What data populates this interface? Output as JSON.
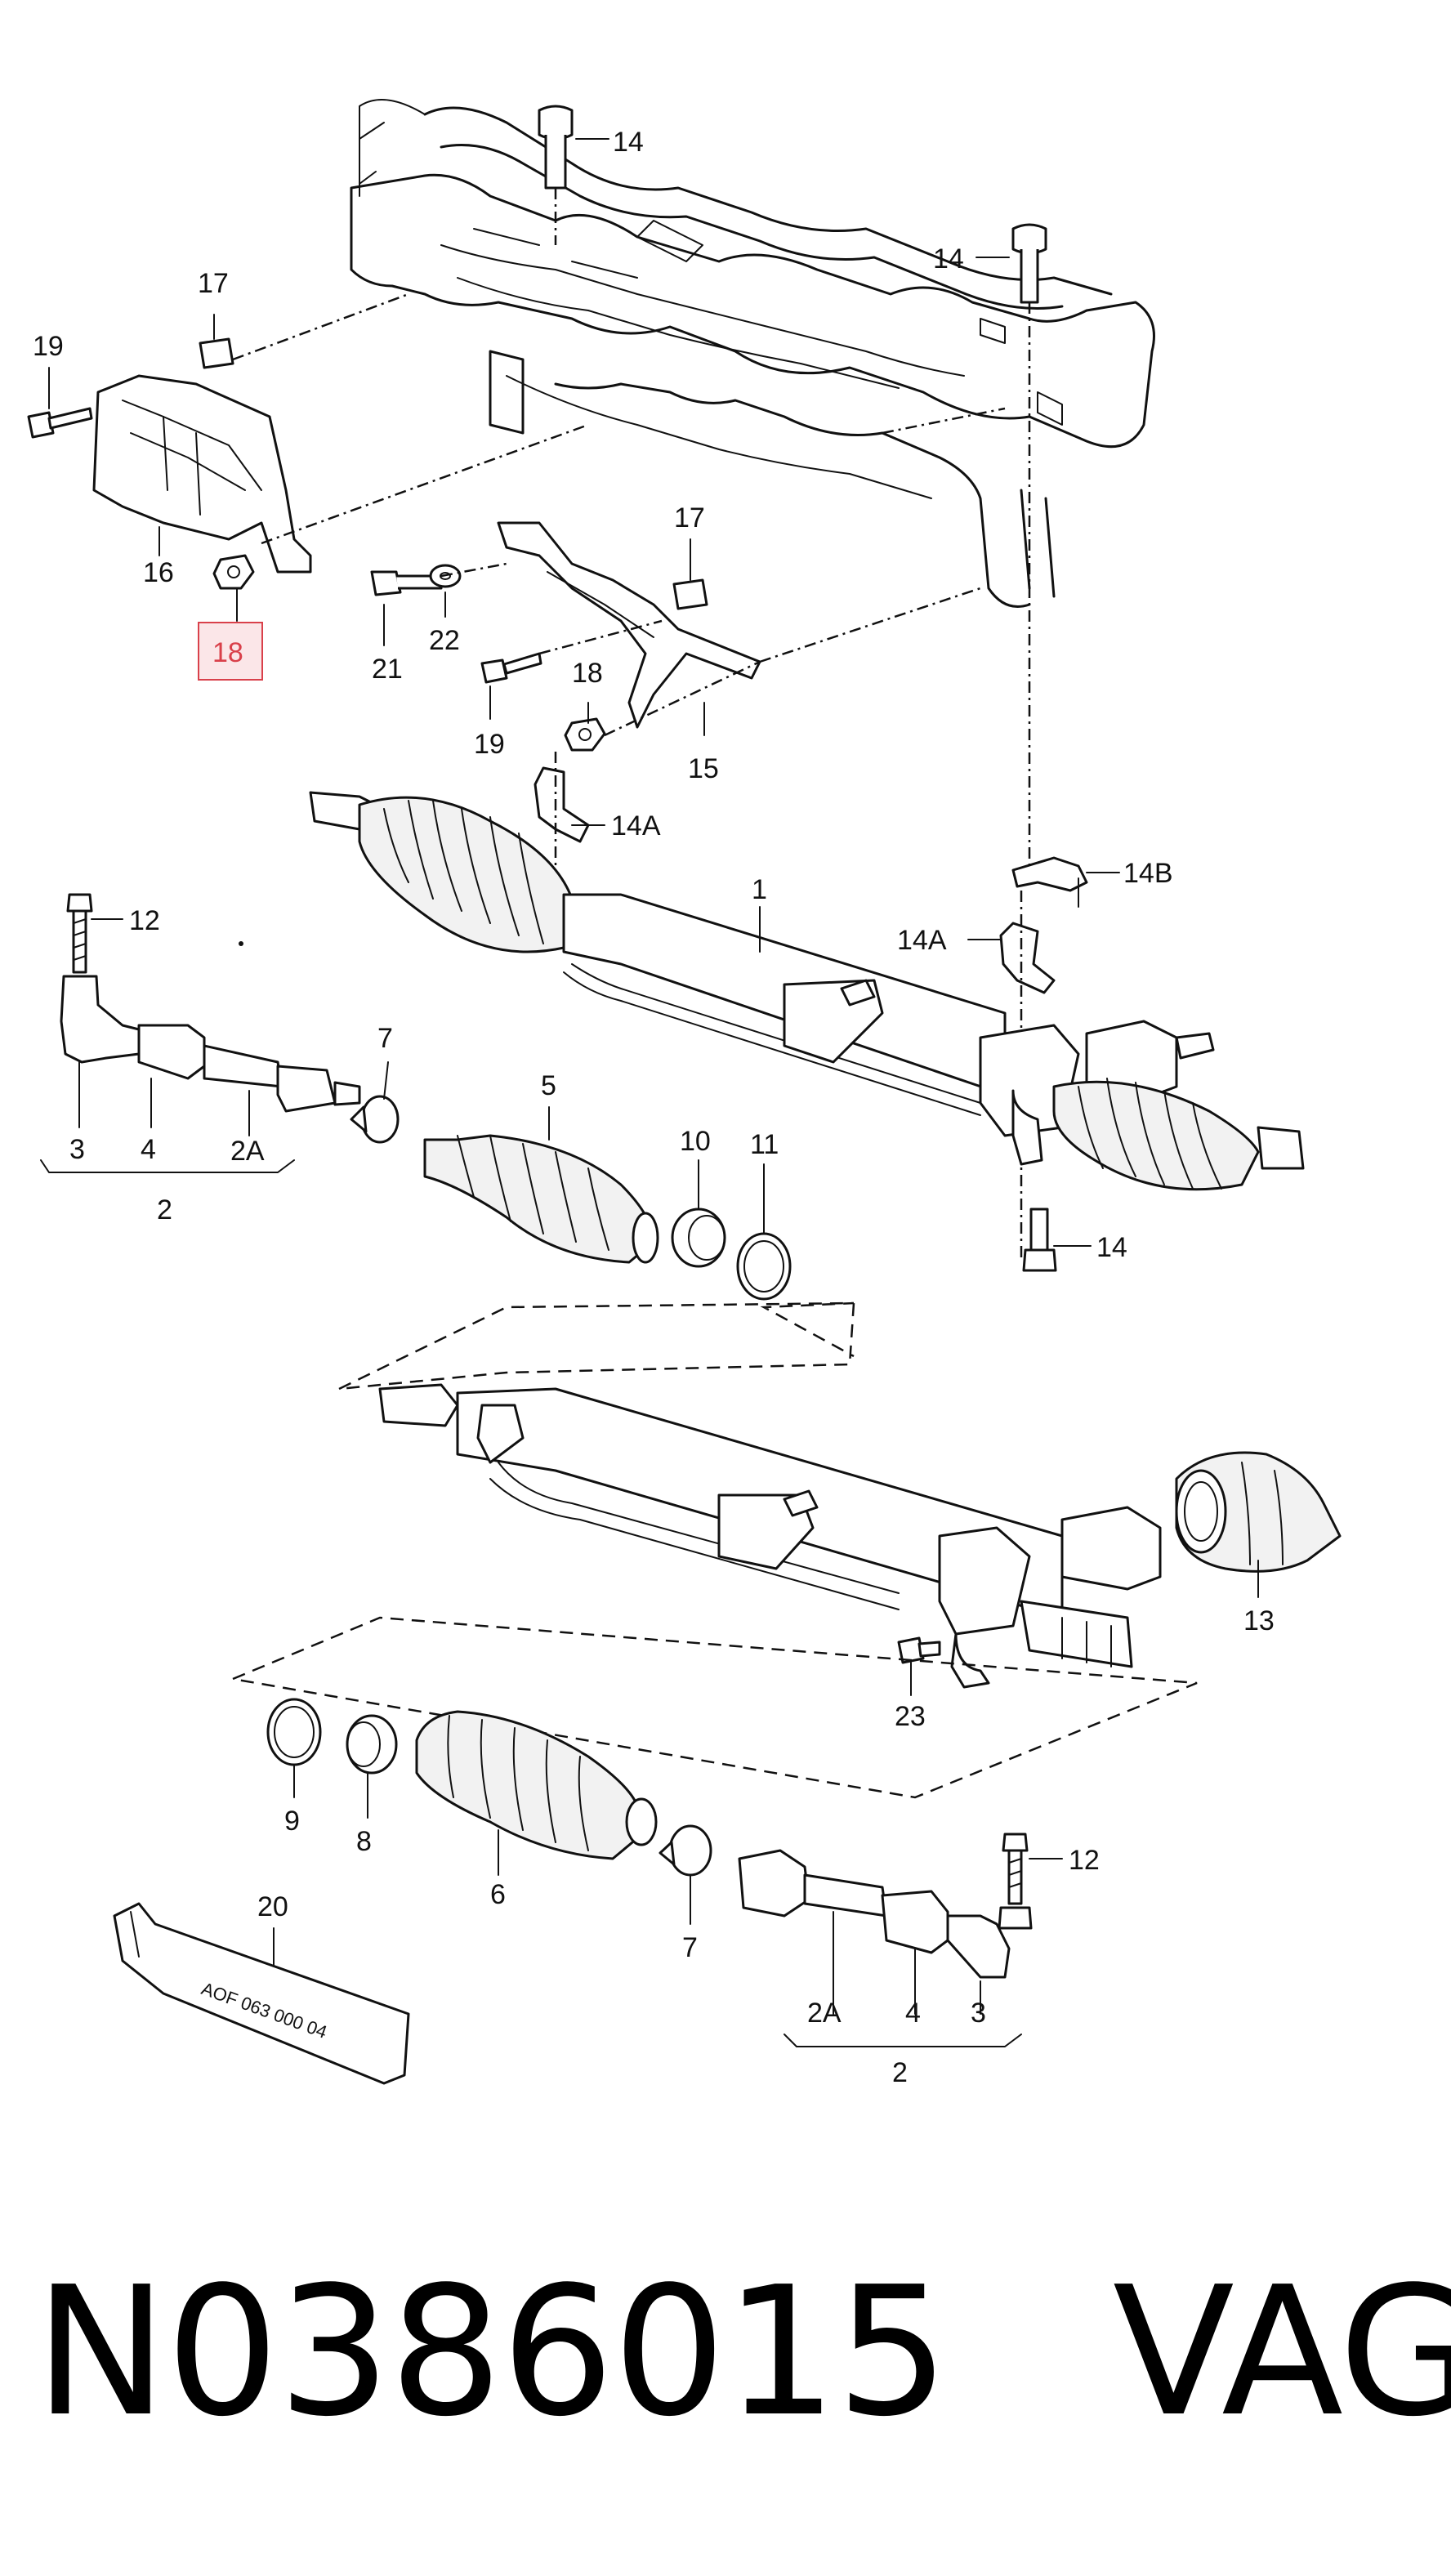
{
  "labels": {
    "l14a": "14",
    "l14b": "14",
    "l14c": "14",
    "l17a": "17",
    "l17b": "17",
    "l19a": "19",
    "l19b": "19",
    "l16": "16",
    "l18a": "18",
    "l18b": "18",
    "l21": "21",
    "l22": "22",
    "l15": "15",
    "l14A1": "14A",
    "l14A2": "14A",
    "l14B": "14B",
    "l1": "1",
    "l12a": "12",
    "l12b": "12",
    "l3a": "3",
    "l4a": "4",
    "l2Aa": "2A",
    "l2a": "2",
    "l7a": "7",
    "l5": "5",
    "l10": "10",
    "l11": "11",
    "l13": "13",
    "l23": "23",
    "l9": "9",
    "l8": "8",
    "l6": "6",
    "l7b": "7",
    "l2Ab": "2A",
    "l4b": "4",
    "l3b": "3",
    "l2b": "2",
    "l20": "20"
  },
  "tube_text": "AOF 063 000 04",
  "highlight": {
    "part": "18",
    "color": "#d9404a",
    "fill": "#fbe6e8"
  },
  "caption": {
    "part_number": "N0386015",
    "brand": "VAG"
  }
}
